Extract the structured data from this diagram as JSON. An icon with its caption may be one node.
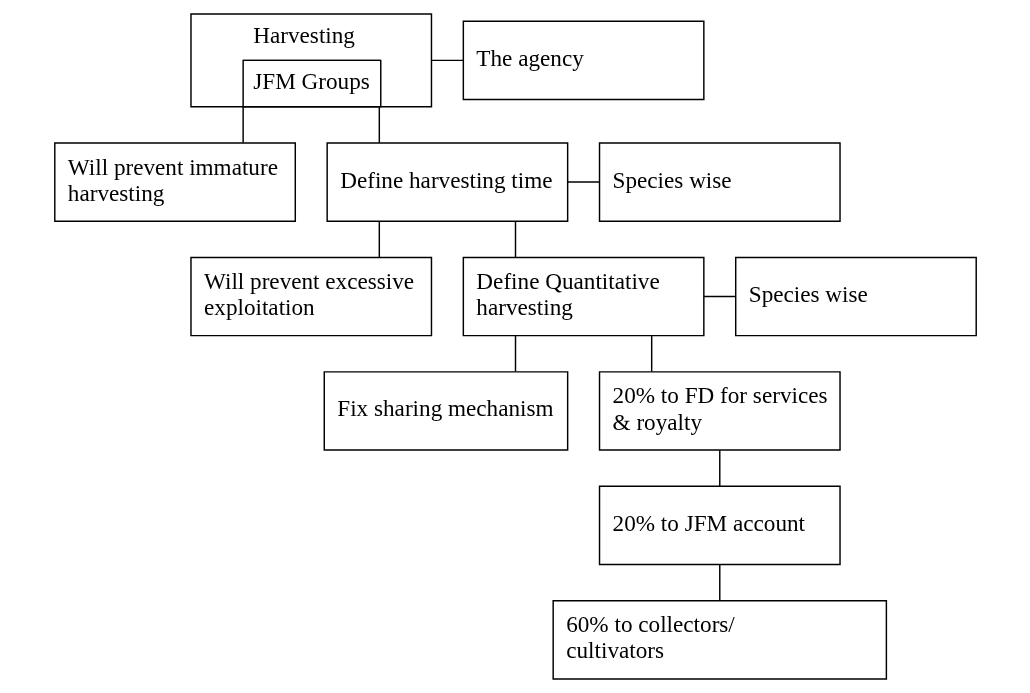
{
  "diagram": {
    "nodes": [
      {
        "text": [
          "Harvesting",
          "JFM Groups"
        ]
      },
      {
        "text": [
          "The agency"
        ]
      },
      {
        "text": [
          "Will prevent immature harvesting"
        ]
      },
      {
        "text": [
          "Define harvesting time"
        ]
      },
      {
        "text": [
          "Species wise"
        ]
      },
      {
        "text": [
          "Will prevent excessive exploitation"
        ]
      },
      {
        "text": [
          "Define Quantitative harvesting"
        ]
      },
      {
        "text": [
          "Species wise"
        ]
      },
      {
        "text": [
          "Fix sharing mechanism"
        ]
      },
      {
        "text": [
          "20% to FD for services & royalty"
        ]
      },
      {
        "text": [
          "20% to JFM account"
        ]
      },
      {
        "text": [
          "60% to collectors/ cultivators"
        ]
      }
    ],
    "edges": [
      {
        "from": 0,
        "to": 1,
        "arrow": "none"
      },
      {
        "from": 0,
        "to": 2,
        "arrow": "none"
      },
      {
        "from": 0,
        "to": 3,
        "arrow": "none"
      },
      {
        "from": 3,
        "to": 4,
        "arrow": "none"
      },
      {
        "from": 3,
        "to": 5,
        "arrow": "none"
      },
      {
        "from": 3,
        "to": 6,
        "arrow": "none"
      },
      {
        "from": 6,
        "to": 7,
        "arrow": "none"
      },
      {
        "from": 6,
        "to": 8,
        "arrow": "none"
      },
      {
        "from": 6,
        "to": 9,
        "arrow": "none"
      },
      {
        "from": 9,
        "to": 10,
        "arrow": "none"
      },
      {
        "from": 10,
        "to": 11,
        "arrow": "none"
      }
    ]
  }
}
